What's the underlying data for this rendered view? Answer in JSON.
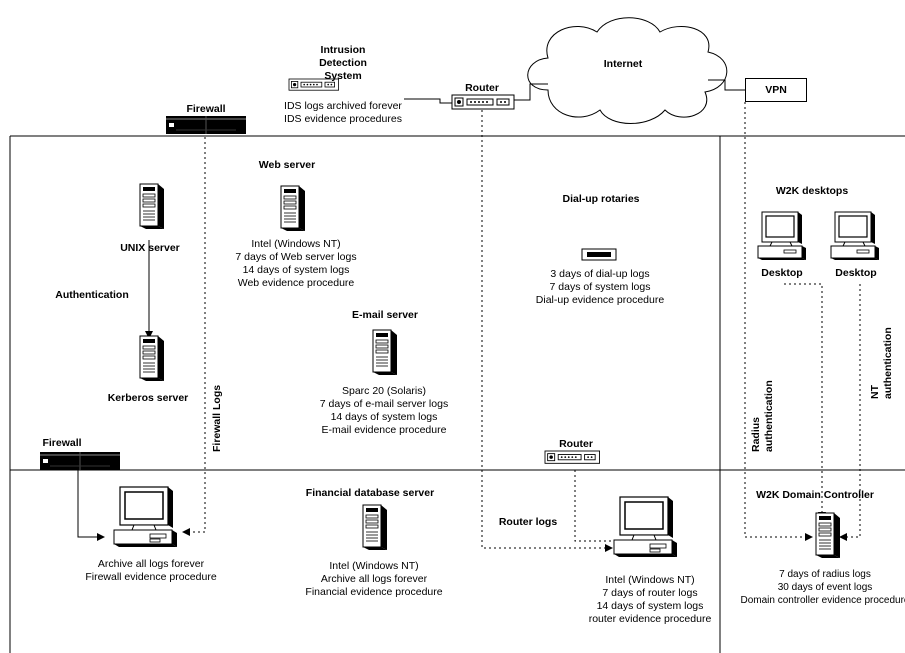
{
  "labels": {
    "ids": [
      "Intrusion",
      "Detection",
      "System"
    ],
    "ids_notes": [
      "IDS logs archived forever",
      "IDS evidence procedures"
    ],
    "router_top": "Router",
    "internet": "Internet",
    "vpn": "VPN",
    "firewall_top": "Firewall",
    "web_server": "Web server",
    "web_notes": [
      "Intel (Windows NT)",
      "7 days of Web server logs",
      "14 days of system logs",
      "Web evidence procedure"
    ],
    "unix_server": "UNIX server",
    "authentication": "Authentication",
    "kerberos_server": "Kerberos server",
    "dialup": "Dial-up rotaries",
    "dialup_notes": [
      "3 days of dial-up logs",
      "7 days of system logs",
      "Dial-up evidence procedure"
    ],
    "email_server": "E-mail server",
    "email_notes": [
      "Sparc 20 (Solaris)",
      "7 days of e-mail server logs",
      "14 days of system logs",
      "E-mail evidence procedure"
    ],
    "w2k_desktops": "W2K desktops",
    "desktop1": "Desktop",
    "desktop2": "Desktop",
    "nt_auth": [
      "NT",
      "authentication"
    ],
    "radius_auth": [
      "Radius",
      "authentication"
    ],
    "firewall_logs": "Firewall Logs",
    "firewall_bottom": "Firewall",
    "archive_notes": [
      "Archive all logs forever",
      "Firewall evidence procedure"
    ],
    "financial_db": "Financial database server",
    "financial_notes": [
      "Intel (Windows NT)",
      "Archive all logs forever",
      "Financial evidence procedure"
    ],
    "router_bottom": "Router",
    "router_logs": "Router logs",
    "router_pc_notes": [
      "Intel (Windows NT)",
      "7 days of router logs",
      "14 days of system logs",
      "router evidence procedure"
    ],
    "domain_controller": "W2K Domain Controller",
    "dc_notes": [
      "7 days of radius logs",
      "30 days of event logs",
      "Domain controller evidence procedure"
    ]
  }
}
